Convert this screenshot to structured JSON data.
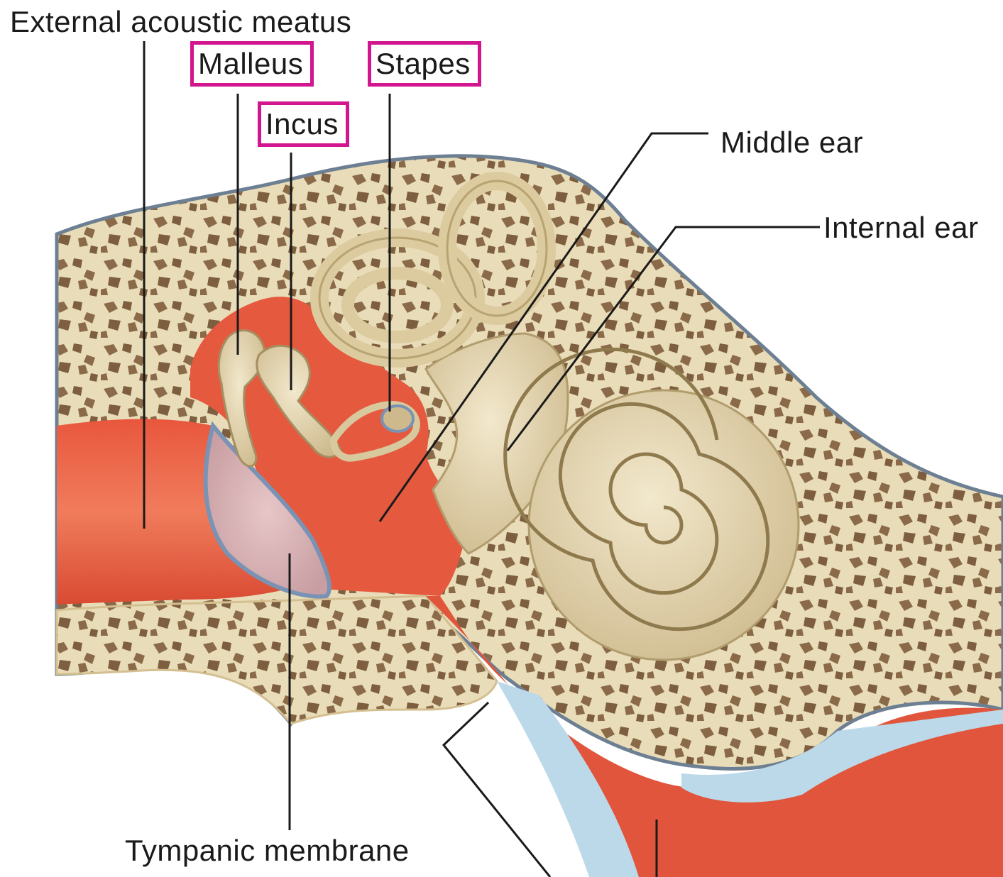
{
  "labels": {
    "external_acoustic_meatus": "External acoustic meatus",
    "malleus": "Malleus",
    "stapes": "Stapes",
    "incus": "Incus",
    "middle_ear": "Middle ear",
    "internal_ear": "Internal ear",
    "tympanic_membrane": "Tympanic membrane"
  },
  "colors": {
    "highlight_box": "#d1168f",
    "bone": "#e9dcb8",
    "bone_spongy": "#8a6a48",
    "canal_red": "#e2593f",
    "membrane": "#d9b3b8",
    "fluid_blue": "#bcd9ea",
    "leader_line": "#1a1a1a"
  }
}
